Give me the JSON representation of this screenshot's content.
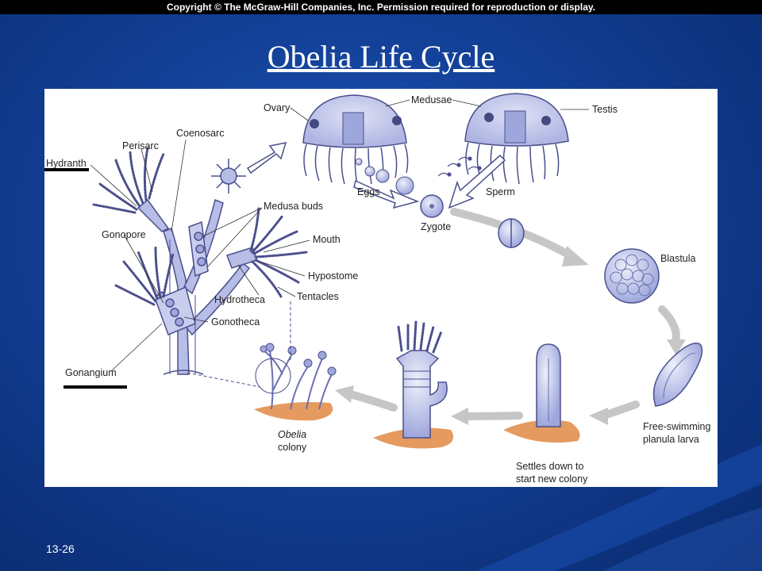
{
  "copyright": "Copyright © The McGraw-Hill Companies, Inc. Permission required for reproduction or display.",
  "title": "Obelia Life Cycle",
  "slide_number": "13-26",
  "labels": {
    "ovary": "Ovary",
    "medusae": "Medusae",
    "testis": "Testis",
    "perisarc": "Perisarc",
    "coenosarc": "Coenosarc",
    "hydranth": "Hydranth",
    "eggs": "Eggs",
    "sperm": "Sperm",
    "zygote": "Zygote",
    "medusa_buds": "Medusa buds",
    "mouth": "Mouth",
    "gonopore": "Gonopore",
    "hypostome": "Hypostome",
    "blastula": "Blastula",
    "hydrotheca": "Hydrotheca",
    "tentacles": "Tentacles",
    "gonotheca": "Gonotheca",
    "gonangium": "Gonangium",
    "obelia": "Obelia",
    "colony": "colony",
    "free_swimming": "Free-swimming",
    "planula_larva": "planula larva",
    "settles_line1": "Settles down to",
    "settles_line2": "start new colony"
  },
  "colors": {
    "organism_fill": "#b6bde6",
    "organism_stroke": "#4b4f8c",
    "arrow_gray": "#c4c4c4",
    "substrate": "#e59a5f",
    "background": "#123f95"
  }
}
